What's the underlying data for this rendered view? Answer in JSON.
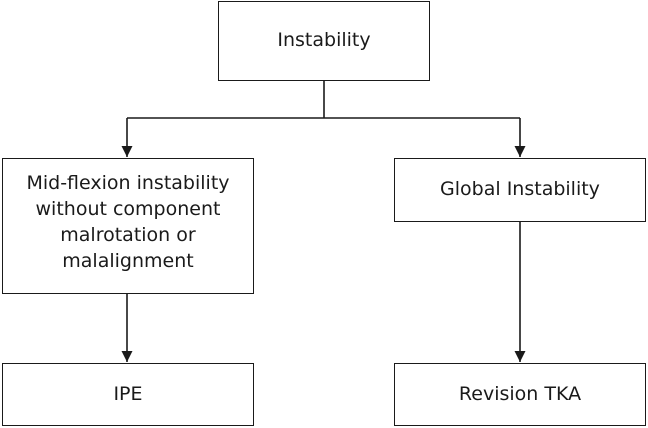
{
  "nodes": {
    "root": {
      "label": "Instability"
    },
    "mid_flexion": {
      "label": "Mid-flexion instability without component malrotation or malalignment"
    },
    "global": {
      "label": "Global Instability"
    },
    "ipe": {
      "label": "IPE"
    },
    "revision": {
      "label": "Revision TKA"
    }
  },
  "edges": [
    {
      "from": "Instability",
      "to": "Mid-flexion instability without component malrotation or malalignment"
    },
    {
      "from": "Instability",
      "to": "Global Instability"
    },
    {
      "from": "Mid-flexion instability without component malrotation or malalignment",
      "to": "IPE"
    },
    {
      "from": "Global Instability",
      "to": "Revision TKA"
    }
  ]
}
